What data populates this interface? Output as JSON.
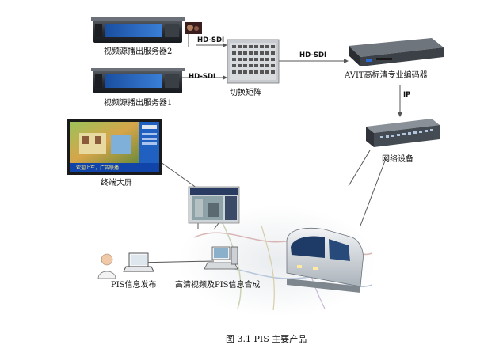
{
  "server2_label": "视频源播出服务器2",
  "server1_label": "视频源播出服务器1",
  "sdi_top": "HD-SDI",
  "sdi_bottom": "HD-SDI",
  "sdi_right": "HD-SDI",
  "matrix_label": "切换矩阵",
  "encoder_label": "AVIT高标清专业编码器",
  "ip_label": "IP",
  "network_label": "网络设备",
  "screen_label": "终端大屏",
  "screen_ticker": "欢迎上车，广告联播",
  "pis_label": "PIS信息发布",
  "synthesis_label": "高清视频及PIS信息合成",
  "caption": "图 3.1 PIS 主要产品"
}
